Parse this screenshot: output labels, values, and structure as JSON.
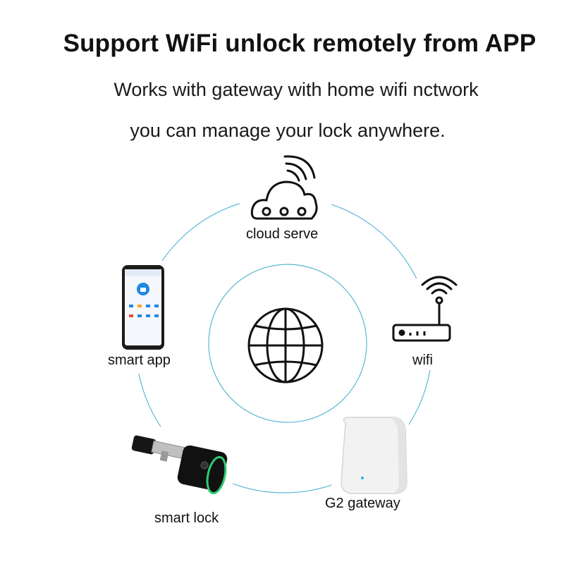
{
  "headline": "Support WiFi unlock remotely from APP",
  "subline1": "Works with gateway with home wifi nctwork",
  "subline2": "you can manage your lock anywhere.",
  "nodes": {
    "cloud": "cloud serve",
    "wifi": "wifi",
    "gateway": "G2 gateway",
    "lock": "smart lock",
    "app": "smart app"
  },
  "colors": {
    "ring": "#5bb8d6",
    "icon": "#111111",
    "lock_accent": "#2ecc71",
    "phone_accent": "#1e88e5"
  }
}
